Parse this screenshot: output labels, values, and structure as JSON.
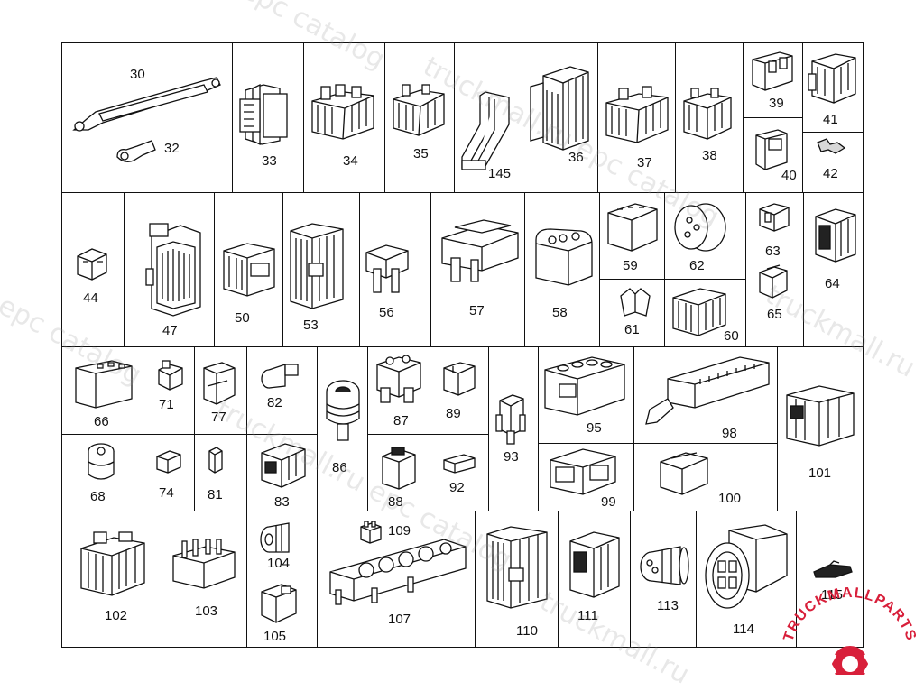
{
  "diagram": {
    "parts": [
      {
        "num": "30",
        "shape": "strap"
      },
      {
        "num": "32",
        "shape": "lug"
      },
      {
        "num": "33",
        "shape": "connector-flange"
      },
      {
        "num": "34",
        "shape": "connector-block"
      },
      {
        "num": "35",
        "shape": "connector-block"
      },
      {
        "num": "145",
        "shape": "connector-angled"
      },
      {
        "num": "36",
        "shape": "connector-tall"
      },
      {
        "num": "37",
        "shape": "connector-block"
      },
      {
        "num": "38",
        "shape": "connector-block"
      },
      {
        "num": "39",
        "shape": "housing-small"
      },
      {
        "num": "41",
        "shape": "connector-block"
      },
      {
        "num": "40",
        "shape": "housing-small"
      },
      {
        "num": "42",
        "shape": "terminal"
      },
      {
        "num": "44",
        "shape": "plug-small"
      },
      {
        "num": "47",
        "shape": "connector-tall"
      },
      {
        "num": "50",
        "shape": "connector-block"
      },
      {
        "num": "53",
        "shape": "connector-long"
      },
      {
        "num": "56",
        "shape": "connector-small"
      },
      {
        "num": "57",
        "shape": "housing-wide"
      },
      {
        "num": "58",
        "shape": "housing-round"
      },
      {
        "num": "59",
        "shape": "housing-small"
      },
      {
        "num": "62",
        "shape": "round-plug"
      },
      {
        "num": "63",
        "shape": "clip"
      },
      {
        "num": "64",
        "shape": "connector-tall"
      },
      {
        "num": "65",
        "shape": "housing-small"
      },
      {
        "num": "61",
        "shape": "clip"
      },
      {
        "num": "60",
        "shape": "connector-block"
      },
      {
        "num": "66",
        "shape": "housing-wide"
      },
      {
        "num": "71",
        "shape": "clip"
      },
      {
        "num": "77",
        "shape": "housing-small"
      },
      {
        "num": "82",
        "shape": "round-plug"
      },
      {
        "num": "86",
        "shape": "socket-round"
      },
      {
        "num": "87",
        "shape": "connector-small"
      },
      {
        "num": "89",
        "shape": "housing-small"
      },
      {
        "num": "93",
        "shape": "clip"
      },
      {
        "num": "95",
        "shape": "housing-wide"
      },
      {
        "num": "98",
        "shape": "connector-long"
      },
      {
        "num": "101",
        "shape": "connector-block"
      },
      {
        "num": "68",
        "shape": "round-plug"
      },
      {
        "num": "74",
        "shape": "housing-small"
      },
      {
        "num": "81",
        "shape": "terminal"
      },
      {
        "num": "83",
        "shape": "connector-block"
      },
      {
        "num": "88",
        "shape": "connector-small"
      },
      {
        "num": "92",
        "shape": "terminal"
      },
      {
        "num": "99",
        "shape": "connector-block"
      },
      {
        "num": "100",
        "shape": "housing-small"
      },
      {
        "num": "102",
        "shape": "connector-block"
      },
      {
        "num": "103",
        "shape": "connector-pins"
      },
      {
        "num": "104",
        "shape": "round-plug"
      },
      {
        "num": "105",
        "shape": "housing-small"
      },
      {
        "num": "109",
        "shape": "clip"
      },
      {
        "num": "107",
        "shape": "fuse-strip"
      },
      {
        "num": "110",
        "shape": "connector-long"
      },
      {
        "num": "111",
        "shape": "connector-block"
      },
      {
        "num": "113",
        "shape": "round-plug"
      },
      {
        "num": "114",
        "shape": "connector-round-large"
      },
      {
        "num": "115",
        "shape": "terminal"
      }
    ]
  },
  "watermark": {
    "text_catalog": "epc catalog",
    "text_site": "truckmall.ru epc catalog",
    "text_site_short": "truckmall.ru"
  },
  "logo": {
    "text": "TRUCKMALLPARTS",
    "color": "#d81f3a"
  }
}
